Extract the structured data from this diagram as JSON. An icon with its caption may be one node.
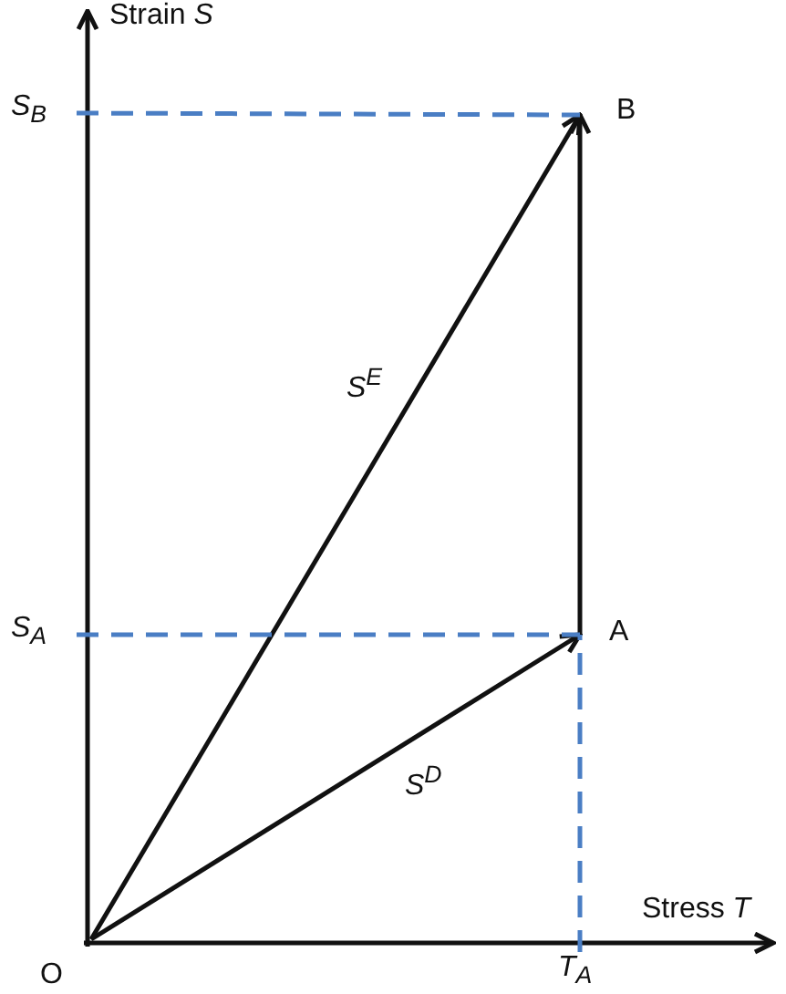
{
  "diagram": {
    "nodes": [
      {
        "text": [
          "O"
        ]
      },
      {
        "text": [
          "A"
        ]
      },
      {
        "text": [
          "B"
        ]
      },
      {
        "text": [
          "S$_{A}$"
        ]
      },
      {
        "text": [
          "S$_{B}$"
        ]
      },
      {
        "text": [
          "T$_{A}$"
        ]
      }
    ],
    "edges": [
      {
        "from": 0,
        "to": 1,
        "arrow": "to",
        "label": "S$^{D}$"
      },
      {
        "from": 0,
        "to": 2,
        "arrow": "to",
        "label": "S$^{E}$"
      },
      {
        "from": 1,
        "to": 2,
        "arrow": "to"
      },
      {
        "from": 3,
        "to": 1,
        "arrow": "none",
        "style": "dashed",
        "color": "#4a7ec4"
      },
      {
        "from": 4,
        "to": 2,
        "arrow": "none",
        "style": "dashed",
        "color": "#4a7ec4"
      },
      {
        "from": 5,
        "to": 1,
        "arrow": "none",
        "style": "dashed",
        "color": "#4a7ec4"
      }
    ],
    "labels": [
      "Strain *S*",
      "Stress *T*"
    ]
  }
}
